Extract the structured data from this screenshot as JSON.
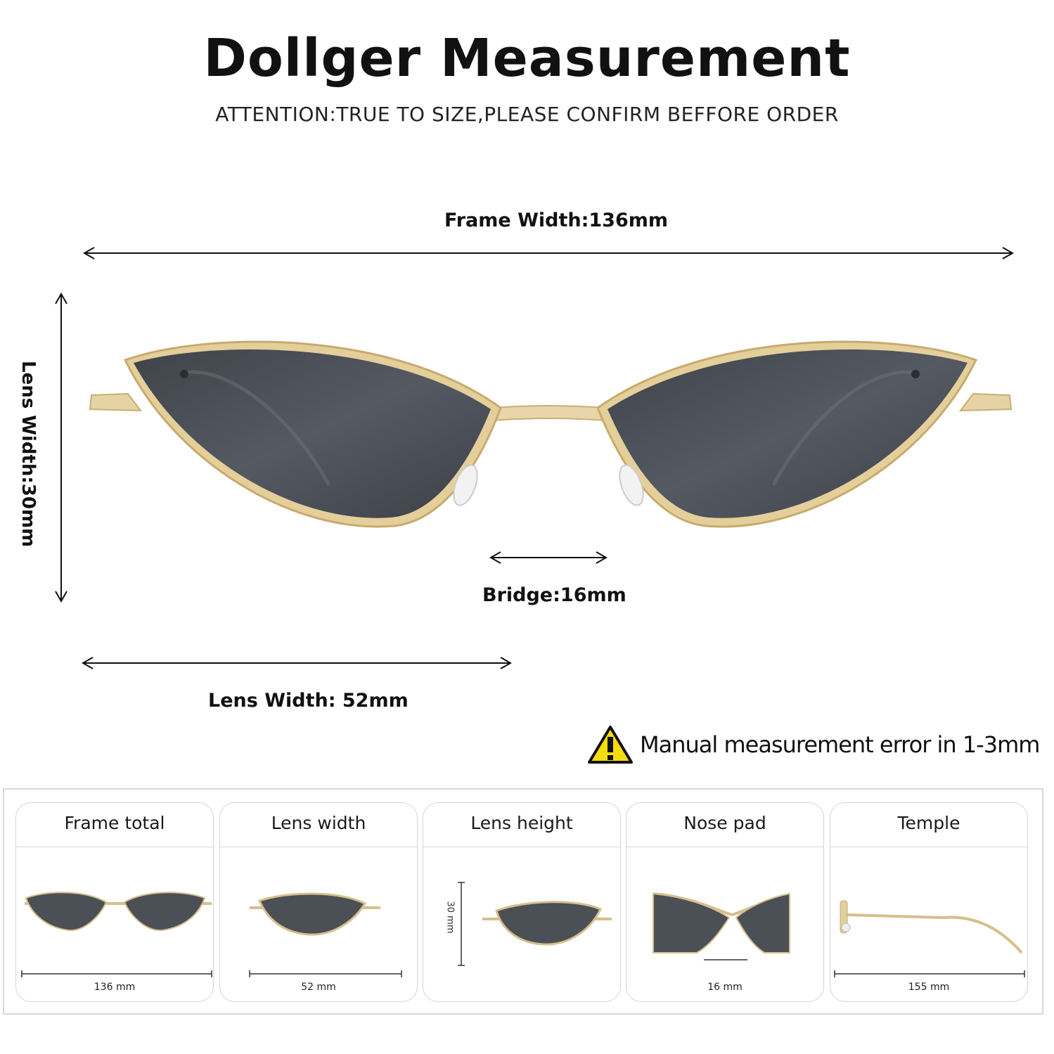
{
  "header": {
    "title": "Dollger Measurement",
    "subtitle": "ATTENTION:TRUE TO SIZE,PLEASE CONFIRM BEFFORE ORDER"
  },
  "dimensions": {
    "frame_width": "Frame Width:136mm",
    "lens_height": "Lens Width:30mm",
    "bridge": "Bridge:16mm",
    "lens_width": "Lens Width: 52mm"
  },
  "warning": {
    "icon": "warning-triangle-icon",
    "text": "Manual measurement error in 1-3mm"
  },
  "colors": {
    "lens": "#4b4f56",
    "frame": "#d9c08a",
    "warning": "#f5dc10"
  },
  "cards": [
    {
      "title": "Frame total",
      "value": "136 mm"
    },
    {
      "title": "Lens width",
      "value": "52 mm"
    },
    {
      "title": "Lens height",
      "value": "",
      "side_label": "30 mm"
    },
    {
      "title": "Nose pad",
      "value": "16 mm"
    },
    {
      "title": "Temple",
      "value": "155 mm"
    }
  ]
}
